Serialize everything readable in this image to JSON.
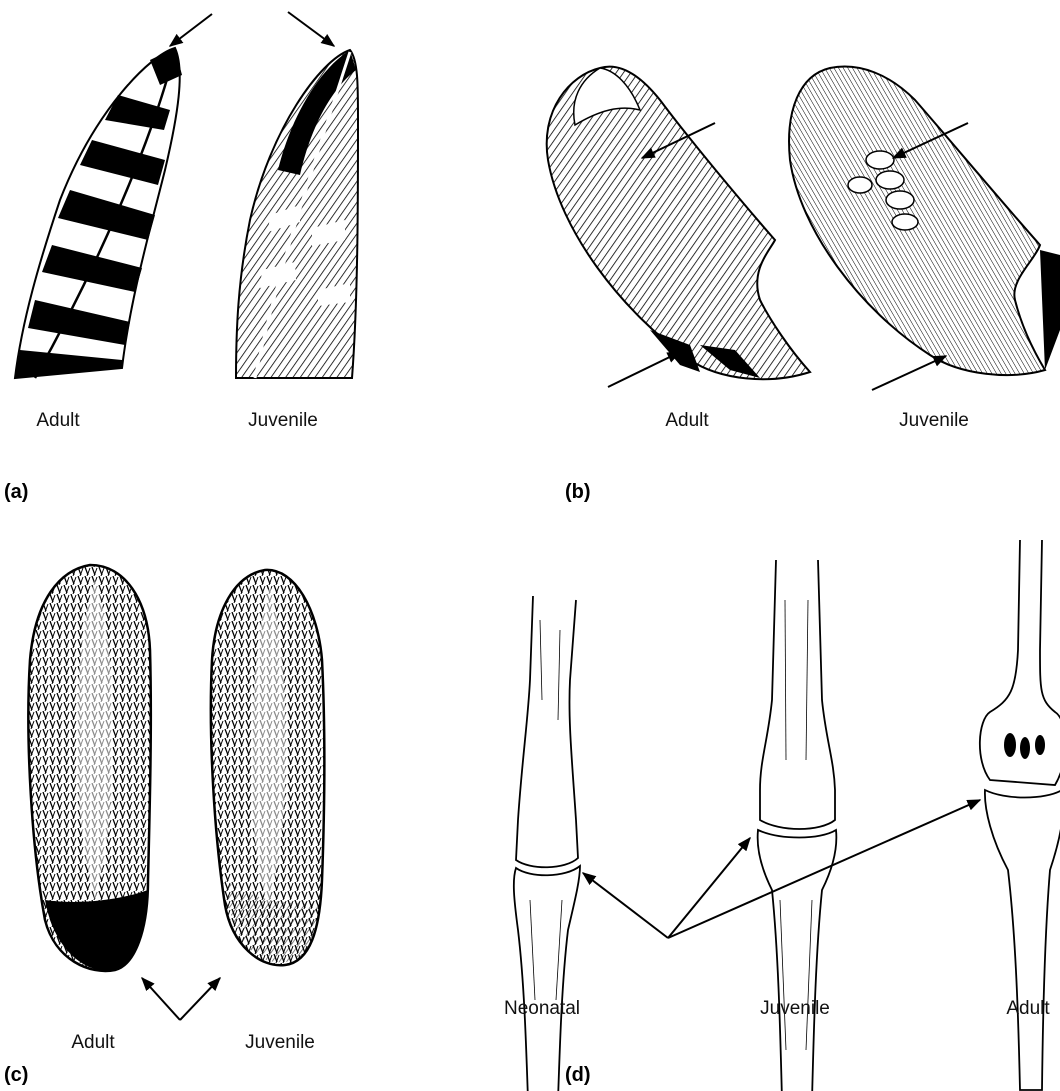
{
  "panels": {
    "a": {
      "letter": "(a)",
      "labels": [
        "Adult",
        "Juvenile"
      ]
    },
    "b": {
      "letter": "(b)",
      "labels": [
        "Adult",
        "Juvenile"
      ]
    },
    "c": {
      "letter": "(c)",
      "labels": [
        "Adult",
        "Juvenile"
      ]
    },
    "d": {
      "letter": "(d)",
      "labels": [
        "Neonatal",
        "Juvenile",
        "Adult"
      ]
    }
  },
  "colors": {
    "ink": "#000000",
    "paper": "#ffffff"
  }
}
